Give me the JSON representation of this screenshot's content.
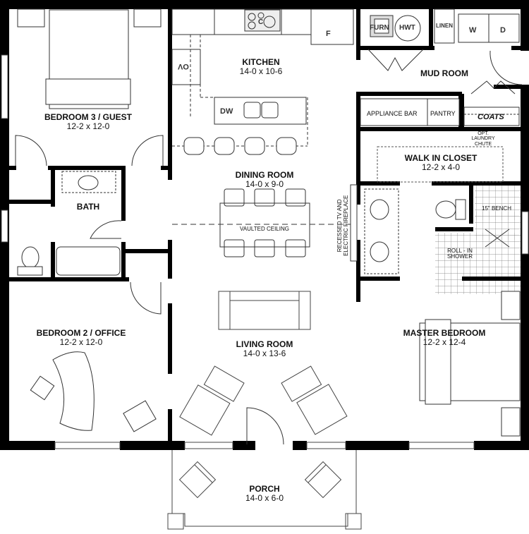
{
  "plan": {
    "type": "floor plan",
    "colors": {
      "wall": "#000000",
      "line": "#333333",
      "background": "#ffffff",
      "tile": "#888888"
    }
  },
  "rooms": {
    "bedroom3": {
      "name": "BEDROOM 3 / GUEST",
      "dims": "12-2 x 12-0"
    },
    "kitchen": {
      "name": "KITCHEN",
      "dims": "14-0 x 10-6"
    },
    "mud_room": {
      "name": "MUD ROOM"
    },
    "walk_in_closet": {
      "name": "WALK IN CLOSET",
      "dims": "12-2 x 4-0"
    },
    "dining_room": {
      "name": "DINING ROOM",
      "dims": "14-0 x 9-0"
    },
    "bath": {
      "name": "BATH"
    },
    "bedroom2": {
      "name": "BEDROOM 2 / OFFICE",
      "dims": "12-2 x 12-0"
    },
    "living_room": {
      "name": "LIVING ROOM",
      "dims": "14-0 x 13-6"
    },
    "master_bedroom": {
      "name": "MASTER BEDROOM",
      "dims": "12-2 x 12-4"
    },
    "porch": {
      "name": "PORCH",
      "dims": "14-0 x 6-0"
    }
  },
  "fixtures": {
    "oven": "OV",
    "cooktop": "C",
    "fridge": "F",
    "dishwasher": "DW",
    "furnace": "FURN",
    "water_heater": "HWT",
    "linen": "LINEN",
    "washer": "W",
    "dryer": "D",
    "appliance_bar": "APPLIANCE BAR",
    "pantry": "PANTRY",
    "coats": "COATS"
  },
  "notes": {
    "laundry_chute_1": "OPT.",
    "laundry_chute_2": "LAUNDRY",
    "laundry_chute_3": "CHUTE",
    "vaulted_ceiling": "VAULTED CEILING",
    "tv_1": "RECESSED TV AND",
    "tv_2": "ELECTRIC FIREPLACE",
    "bench": "15\" BENCH",
    "shower_1": "ROLL - IN",
    "shower_2": "SHOWER"
  }
}
